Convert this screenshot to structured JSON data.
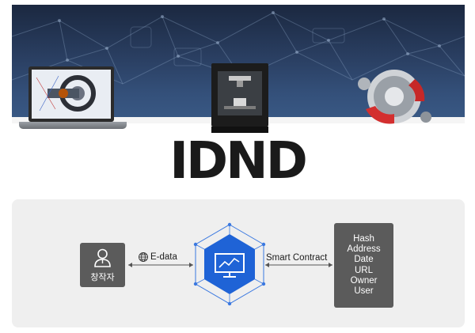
{
  "brand": {
    "logo_text": "IDND"
  },
  "diagram": {
    "creator": {
      "label": "창작자"
    },
    "edge_left": {
      "label": "E-data"
    },
    "edge_right": {
      "label": "Smart Contract"
    },
    "record_fields": [
      "Hash",
      "Address",
      "Date",
      "URL",
      "Owner",
      "User"
    ]
  },
  "colors": {
    "hub_blue": "#1f63d6",
    "node_gray": "#5b5b5b",
    "panel_bg": "#efefef"
  },
  "icons": {
    "creator": "person-icon",
    "e_data": "globe-icon",
    "hub": "monitor-chart-icon"
  }
}
